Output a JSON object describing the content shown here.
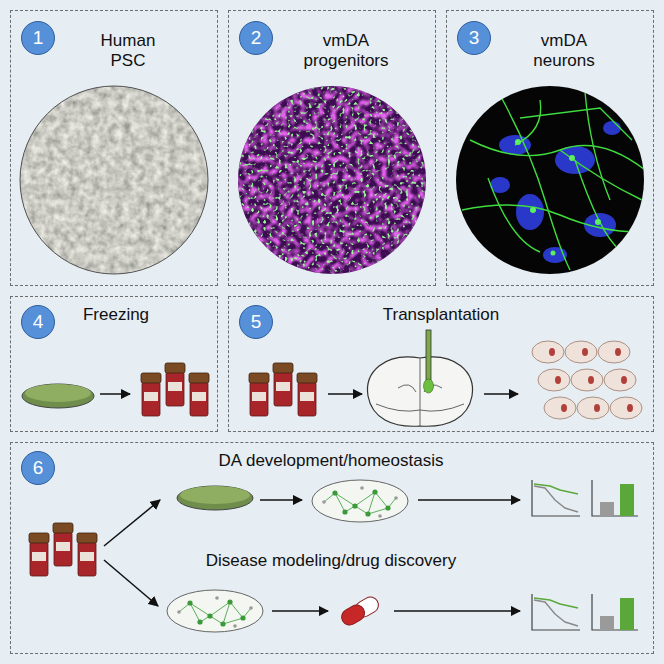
{
  "diagram": {
    "nodes": [
      {
        "text": [
          "Human PSC"
        ]
      },
      {
        "text": [
          "1"
        ],
        "in": 0
      },
      {
        "text": [
          "vmDA progenitors"
        ]
      },
      {
        "text": [
          "2"
        ],
        "in": 2
      },
      {
        "text": [
          "vmDA neurons"
        ]
      },
      {
        "text": [
          "3"
        ],
        "in": 4
      },
      {
        "text": [
          "Freezing"
        ]
      },
      {
        "text": [
          "4"
        ],
        "in": 6
      },
      {
        "text": [
          "Transplantation"
        ]
      },
      {
        "text": [
          "5"
        ],
        "in": 8
      },
      {
        "text": [
          "DA development/homeostasis",
          "Disease modeling/drug discovery"
        ]
      },
      {
        "text": [
          "6"
        ],
        "in": 10
      }
    ]
  }
}
